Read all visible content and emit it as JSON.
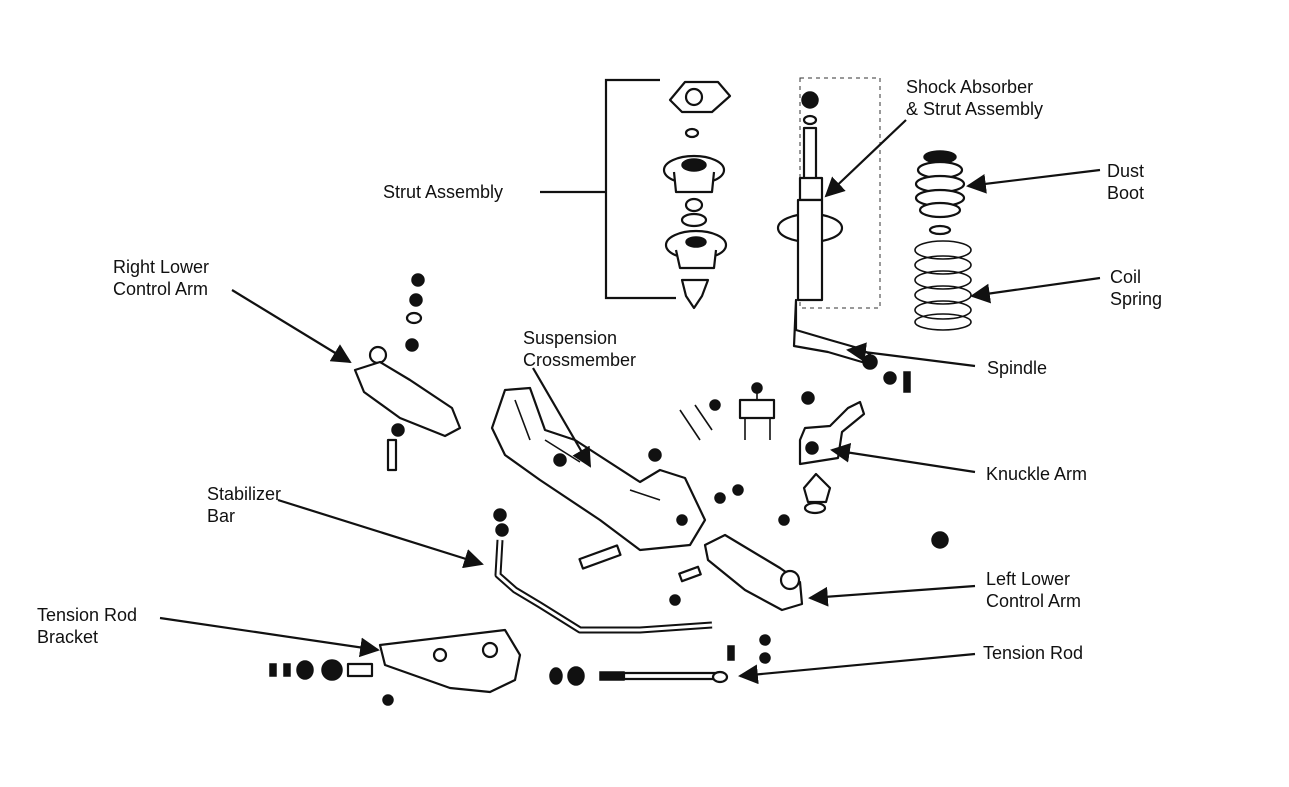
{
  "labels": {
    "shock_absorber": [
      "Shock Absorber",
      "& Strut Assembly"
    ],
    "strut_assembly": [
      "Strut Assembly"
    ],
    "dust_boot": [
      "Dust",
      "Boot"
    ],
    "coil_spring": [
      "Coil",
      "Spring"
    ],
    "right_lower_control_arm": [
      "Right Lower",
      "Control Arm"
    ],
    "suspension_crossmember": [
      "Suspension",
      "Crossmember"
    ],
    "spindle": [
      "Spindle"
    ],
    "knuckle_arm": [
      "Knuckle Arm"
    ],
    "stabilizer_bar": [
      "Stabilizer",
      "Bar"
    ],
    "left_lower_control_arm": [
      "Left Lower",
      "Control Arm"
    ],
    "tension_rod_bracket": [
      "Tension Rod",
      "Bracket"
    ],
    "tension_rod": [
      "Tension Rod"
    ]
  }
}
